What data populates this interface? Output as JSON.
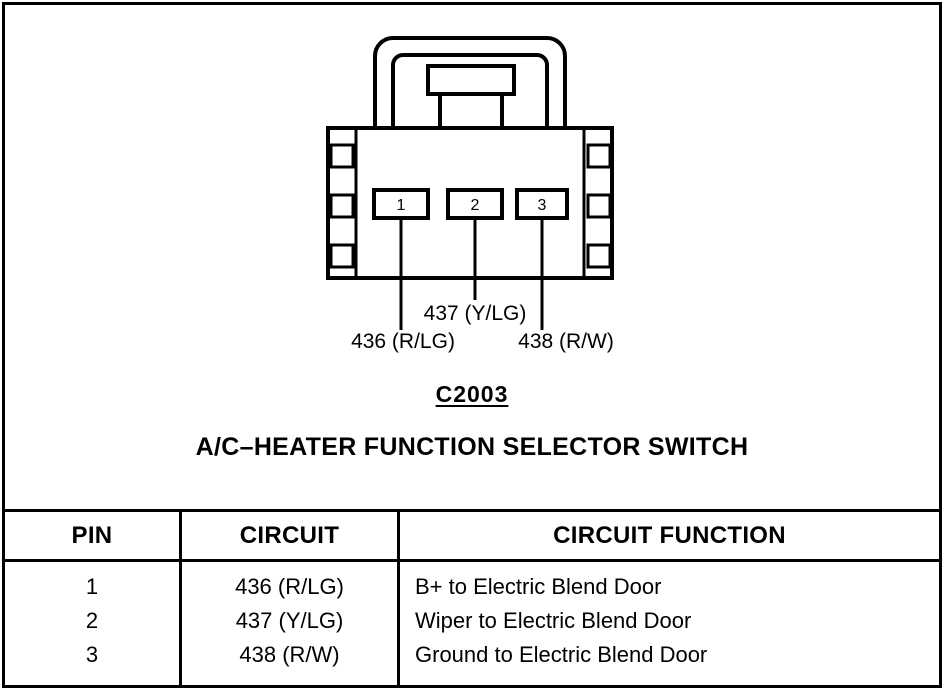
{
  "diagram": {
    "connector_id": "C2003",
    "title": "A/C–HEATER FUNCTION SELECTOR SWITCH",
    "pins": [
      {
        "number": "1",
        "circuit": "436 (R/LG)"
      },
      {
        "number": "2",
        "circuit": "437 (Y/LG)"
      },
      {
        "number": "3",
        "circuit": "438 (R/W)"
      }
    ]
  },
  "table": {
    "headers": [
      "PIN",
      "CIRCUIT",
      "CIRCUIT FUNCTION"
    ],
    "rows": [
      {
        "pin": "1",
        "circuit": "436 (R/LG)",
        "function": "B+ to Electric Blend Door"
      },
      {
        "pin": "2",
        "circuit": "437 (Y/LG)",
        "function": "Wiper to Electric Blend Door"
      },
      {
        "pin": "3",
        "circuit": "438 (R/W)",
        "function": "Ground to Electric Blend Door"
      }
    ]
  },
  "colors": {
    "line": "#000000",
    "background": "#ffffff"
  }
}
